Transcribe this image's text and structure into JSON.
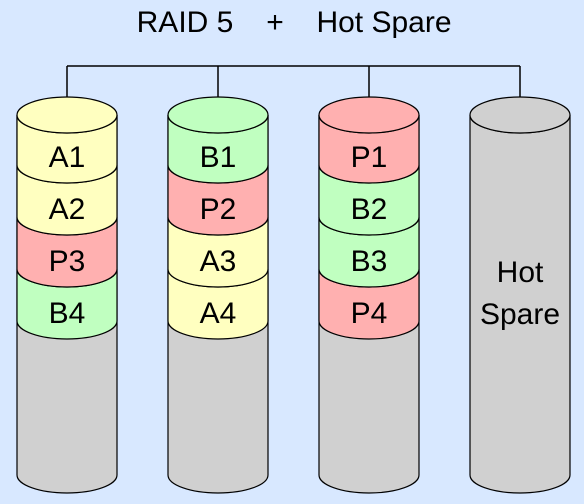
{
  "title": {
    "text_left": "RAID 5",
    "operator": "+",
    "text_right": "Hot Spare"
  },
  "colors": {
    "background": "#d8e8ff",
    "a_blocks": "#ffffc0",
    "b_blocks": "#c0ffc0",
    "parity_blocks": "#ffb0b0",
    "empty": "#d0d0d0",
    "outline": "#000000"
  },
  "disks": [
    {
      "id": "disk1",
      "blocks": [
        {
          "label": "A1",
          "kind": "a"
        },
        {
          "label": "A2",
          "kind": "a"
        },
        {
          "label": "P3",
          "kind": "parity"
        },
        {
          "label": "B4",
          "kind": "b"
        }
      ]
    },
    {
      "id": "disk2",
      "blocks": [
        {
          "label": "B1",
          "kind": "b"
        },
        {
          "label": "P2",
          "kind": "parity"
        },
        {
          "label": "A3",
          "kind": "a"
        },
        {
          "label": "A4",
          "kind": "a"
        }
      ]
    },
    {
      "id": "disk3",
      "blocks": [
        {
          "label": "P1",
          "kind": "parity"
        },
        {
          "label": "B2",
          "kind": "b"
        },
        {
          "label": "B3",
          "kind": "b"
        },
        {
          "label": "P4",
          "kind": "parity"
        }
      ]
    },
    {
      "id": "hot-spare",
      "blocks": [],
      "label_lines": [
        "Hot",
        "Spare"
      ]
    }
  ]
}
